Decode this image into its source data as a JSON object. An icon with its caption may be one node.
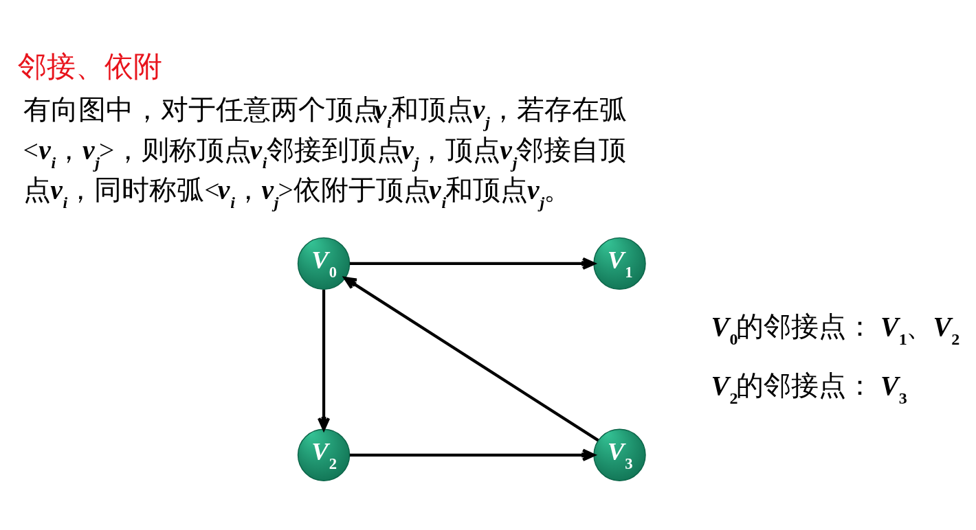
{
  "diagram": {
    "title": "邻接、依附",
    "nodes": [
      {
        "text": [
          "V$_{0}$"
        ]
      },
      {
        "text": [
          "V$_{1}$"
        ]
      },
      {
        "text": [
          "V$_{2}$"
        ]
      },
      {
        "text": [
          "V$_{3}$"
        ]
      }
    ],
    "edges": [
      {
        "from": 0,
        "to": 1,
        "arrow": "to"
      },
      {
        "from": 0,
        "to": 2,
        "arrow": "to"
      },
      {
        "from": 2,
        "to": 3,
        "arrow": "to"
      },
      {
        "from": 3,
        "to": 0,
        "arrow": "to"
      }
    ],
    "labels": [
      "有向图中，对于任意两个顶点v$_{i}$和顶点v$_{j}$，若存在弧<v$_{i}$，v$_{j}$>，则称顶点v$_{i}$邻接到顶点v$_{j}$，顶点v$_{j}$邻接自顶点v$_{i}$，同时称弧<v$_{i}$，v$_{j}$>依附于顶点v$_{i}$和顶点v$_{j}$。",
      "V$_{0}$的邻接点： V$_{1}$、V$_{2}$",
      "V$_{2}$的邻接点： V$_{3}$"
    ]
  }
}
